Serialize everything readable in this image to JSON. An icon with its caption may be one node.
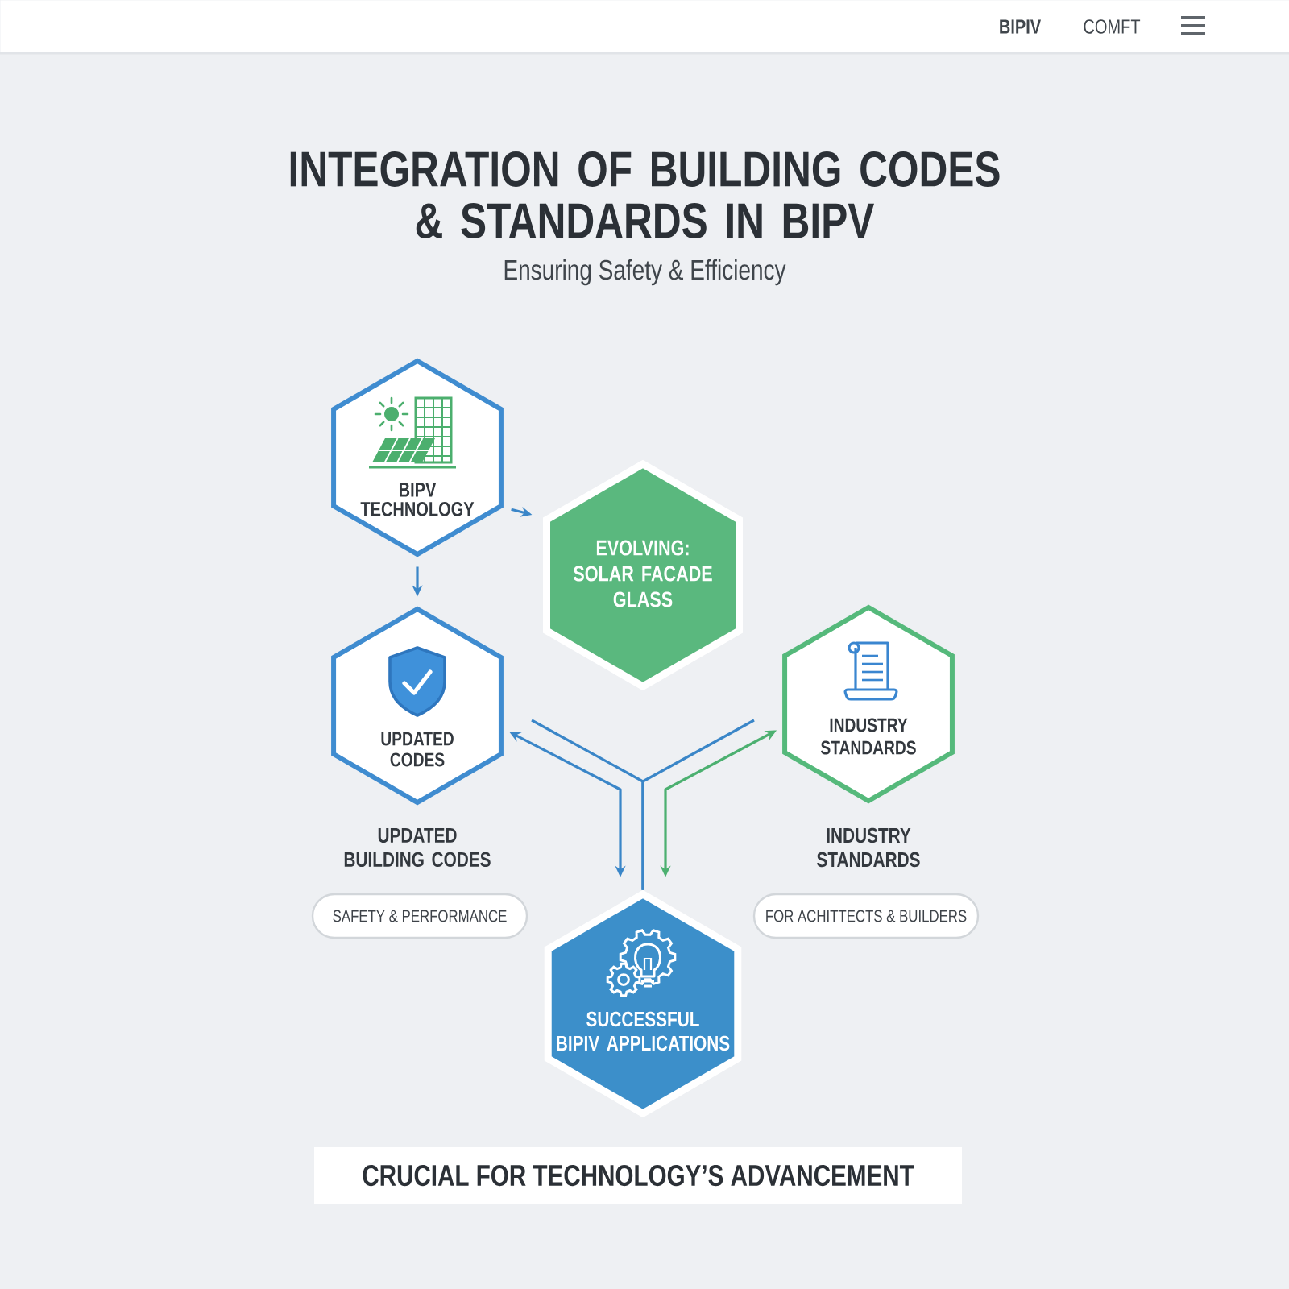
{
  "diagram": {
    "title": "INTEGRATION OF BUILDING CODES & STANDARDS IN BIPV",
    "nodes": [
      {
        "text": [
          "BIPIV",
          "COMFT"
        ]
      },
      {
        "text": [
          "BIPV TECHNOLOGY"
        ]
      },
      {
        "text": [
          "EVOLVING: SOLAR FACADE GLASS"
        ]
      },
      {
        "text": [
          "UPDATED CODES"
        ],
        "beside": [
          "UPDATED BUILDING CODES"
        ]
      },
      {
        "text": [
          "INDUSTRY STANDARDS"
        ],
        "beside": [
          "INDUSTRY STANDARDS"
        ]
      },
      {
        "text": [
          "SAFETY & PERFORMANCE"
        ]
      },
      {
        "text": [
          "FOR ACHITTECTS & BUILDERS"
        ]
      },
      {
        "text": [
          "SUCCESSFUL BIPIV APPLICATIONS"
        ]
      },
      {
        "text": [
          "CRUCIAL FOR TECHNOLOGY’S ADVANCEMENT"
        ]
      }
    ],
    "edges": [
      {
        "from": 1,
        "to": 3,
        "arrow": "to"
      },
      {
        "from": 1,
        "to": 2,
        "arrow": "to"
      },
      {
        "from": 3,
        "to": 7,
        "arrow": "both"
      },
      {
        "from": 4,
        "to": 7,
        "arrow": "both",
        "color": "#4cb070"
      },
      {
        "from": null,
        "to": 7,
        "arrow": "none"
      },
      {
        "from": null,
        "to": 7,
        "arrow": "none"
      }
    ],
    "labels": [
      "Ensuring Safety & Efficiency"
    ]
  }
}
